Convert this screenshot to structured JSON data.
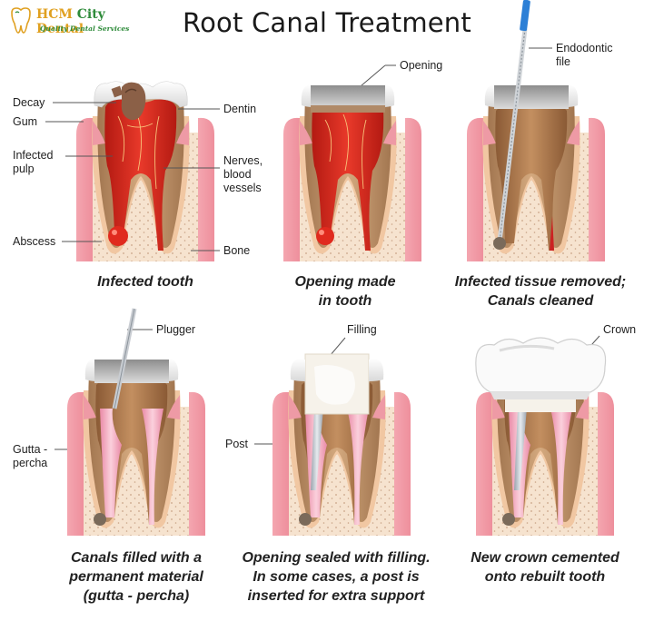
{
  "logo": {
    "name_part1": "HCM ",
    "name_part2": "City",
    "name_part3": " Dental",
    "tagline": "Quality Dental Services",
    "icon": "tooth-logo-icon"
  },
  "title": "Root Canal Treatment",
  "colors": {
    "pulp_infected": "#d8281c",
    "dentin": "#c99a6e",
    "enamel": "#eeeeee",
    "gum": "#f2a3ad",
    "bone": "#f5e0cc",
    "gutta": "#f5b8c8",
    "filling": "#f4f0e6",
    "crown": "#f7f7f7"
  },
  "panels": [
    {
      "caption": [
        "Infected tooth"
      ],
      "labels": {
        "decay": "Decay",
        "gum": "Gum",
        "infected_pulp": [
          "Infected",
          "pulp"
        ],
        "abscess": "Abscess",
        "dentin": "Dentin",
        "nerves": [
          "Nerves,",
          "blood",
          "vessels"
        ],
        "bone": "Bone"
      }
    },
    {
      "caption": [
        "Opening made",
        "in tooth"
      ],
      "labels": {
        "opening": "Opening"
      }
    },
    {
      "caption": [
        "Infected tissue removed;",
        "Canals cleaned"
      ],
      "labels": {
        "file": [
          "Endodontic",
          "file"
        ]
      }
    },
    {
      "caption": [
        "Canals filled with a",
        "permanent material",
        "(gutta - percha)"
      ],
      "labels": {
        "plugger": "Plugger",
        "gutta": [
          "Gutta -",
          "percha"
        ]
      }
    },
    {
      "caption": [
        "Opening sealed with filling.",
        "In some cases, a post is",
        "inserted for extra support"
      ],
      "labels": {
        "filling": "Filling",
        "post": "Post"
      }
    },
    {
      "caption": [
        "New crown cemented",
        "onto rebuilt tooth"
      ],
      "labels": {
        "crown": "Crown"
      }
    }
  ]
}
